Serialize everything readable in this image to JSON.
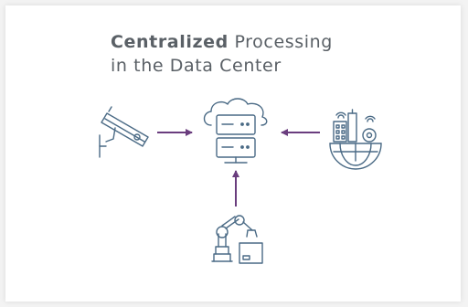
{
  "title": {
    "bold": "Centralized",
    "rest": "Processing",
    "line2": "in the Data Center"
  },
  "nodes": [
    {
      "id": "camera",
      "icon": "security-camera-icon"
    },
    {
      "id": "server",
      "icon": "cloud-server-icon"
    },
    {
      "id": "smart-city",
      "icon": "smart-city-globe-icon"
    },
    {
      "id": "robot",
      "icon": "robotic-arm-icon"
    }
  ],
  "colors": {
    "icon_stroke": "#4a6a85",
    "arrow": "#6a3d7e",
    "title_text": "#5a6066"
  }
}
